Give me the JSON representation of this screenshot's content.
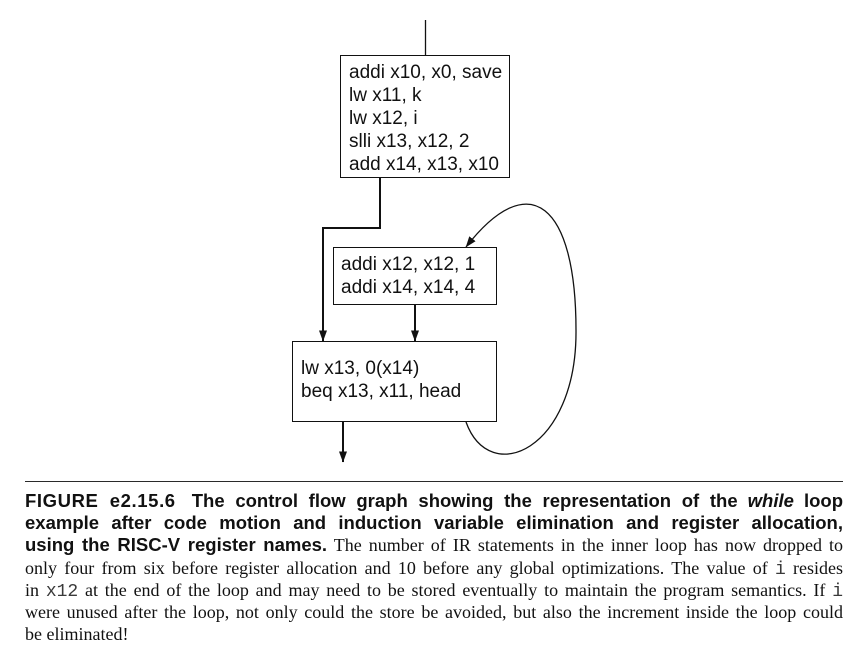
{
  "diagram": {
    "block_1": [
      "addi x10, x0, save",
      "lw x11, k",
      "lw x12, i",
      "slli x13, x12, 2",
      "add x14, x13, x10"
    ],
    "block_2": [
      "addi x12, x12, 1",
      "addi x14, x14, 4"
    ],
    "block_3": [
      "lw x13, 0(x14)",
      "beq x13, x11, head"
    ]
  },
  "caption": {
    "label": "FIGURE e2.15.6",
    "title": {
      "line_1": "The control flow graph showing the representation of the",
      "emphasis": "while",
      "line_1_end": "loop",
      "line_2": "example after code motion and induction variable elimination and register allocation,",
      "line_3": "using the RISC-V register names."
    },
    "body": {
      "line_3": "The number of IR statements in the inner loop has now dropped to",
      "line_4": "only four from six before register allocation and 10 before any global optimizations. The value of",
      "line_4_code": "i",
      "line_4_end": "resides",
      "line_5_start": "in",
      "line_5_code": "x12",
      "line_5": "at the end of the loop and may need to be stored eventually to maintain the program semantics. If",
      "line_5_code_end": "i",
      "line_6": "were unused after the loop, not only could the store be avoided, but also the increment inside the loop could",
      "line_7": "be eliminated!"
    }
  }
}
